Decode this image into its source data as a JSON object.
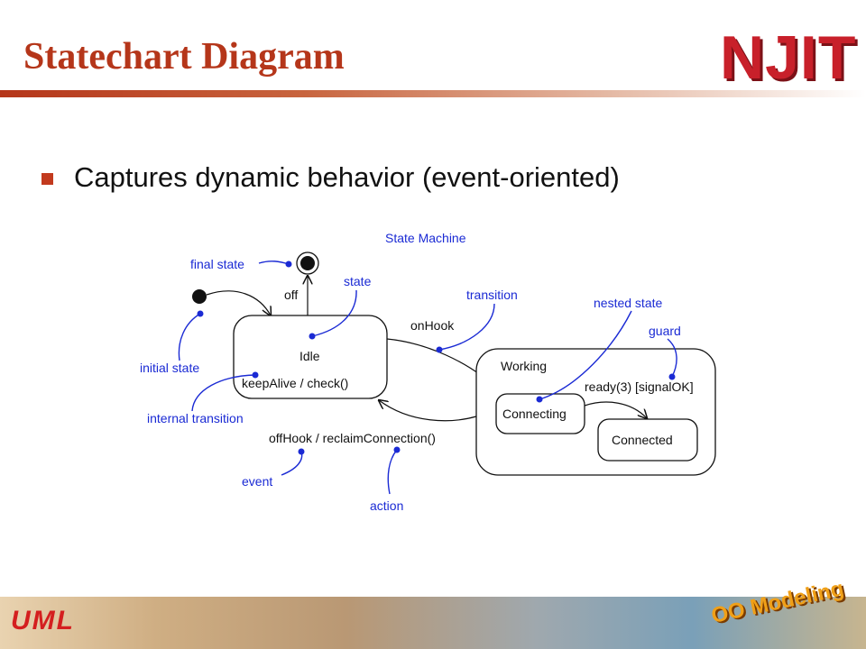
{
  "slide": {
    "title": "Statechart Diagram",
    "logo": "NJIT",
    "bullet": "Captures dynamic behavior (event-oriented)"
  },
  "diagram": {
    "caption": "State Machine",
    "callouts": {
      "final_state": "final state",
      "state": "state",
      "initial_state": "initial state",
      "internal_transition": "internal transition",
      "transition": "transition",
      "nested_state": "nested state",
      "guard": "guard",
      "event": "event",
      "action": "action"
    },
    "states": {
      "idle": "Idle",
      "idle_internal": "keepAlive / check()",
      "working": "Working",
      "connecting": "Connecting",
      "connected": "Connected"
    },
    "transitions": {
      "off": "off",
      "on_hook": "onHook",
      "ready": "ready(3) [signalOK]",
      "off_hook": "offHook / reclaimConnection()"
    }
  },
  "footer": {
    "left": "UML",
    "right": "OO Modeling"
  },
  "colors": {
    "title": "#b5361a",
    "logo": "#c8202a",
    "callout": "#1a2ad4",
    "diagram_line": "#111111"
  }
}
